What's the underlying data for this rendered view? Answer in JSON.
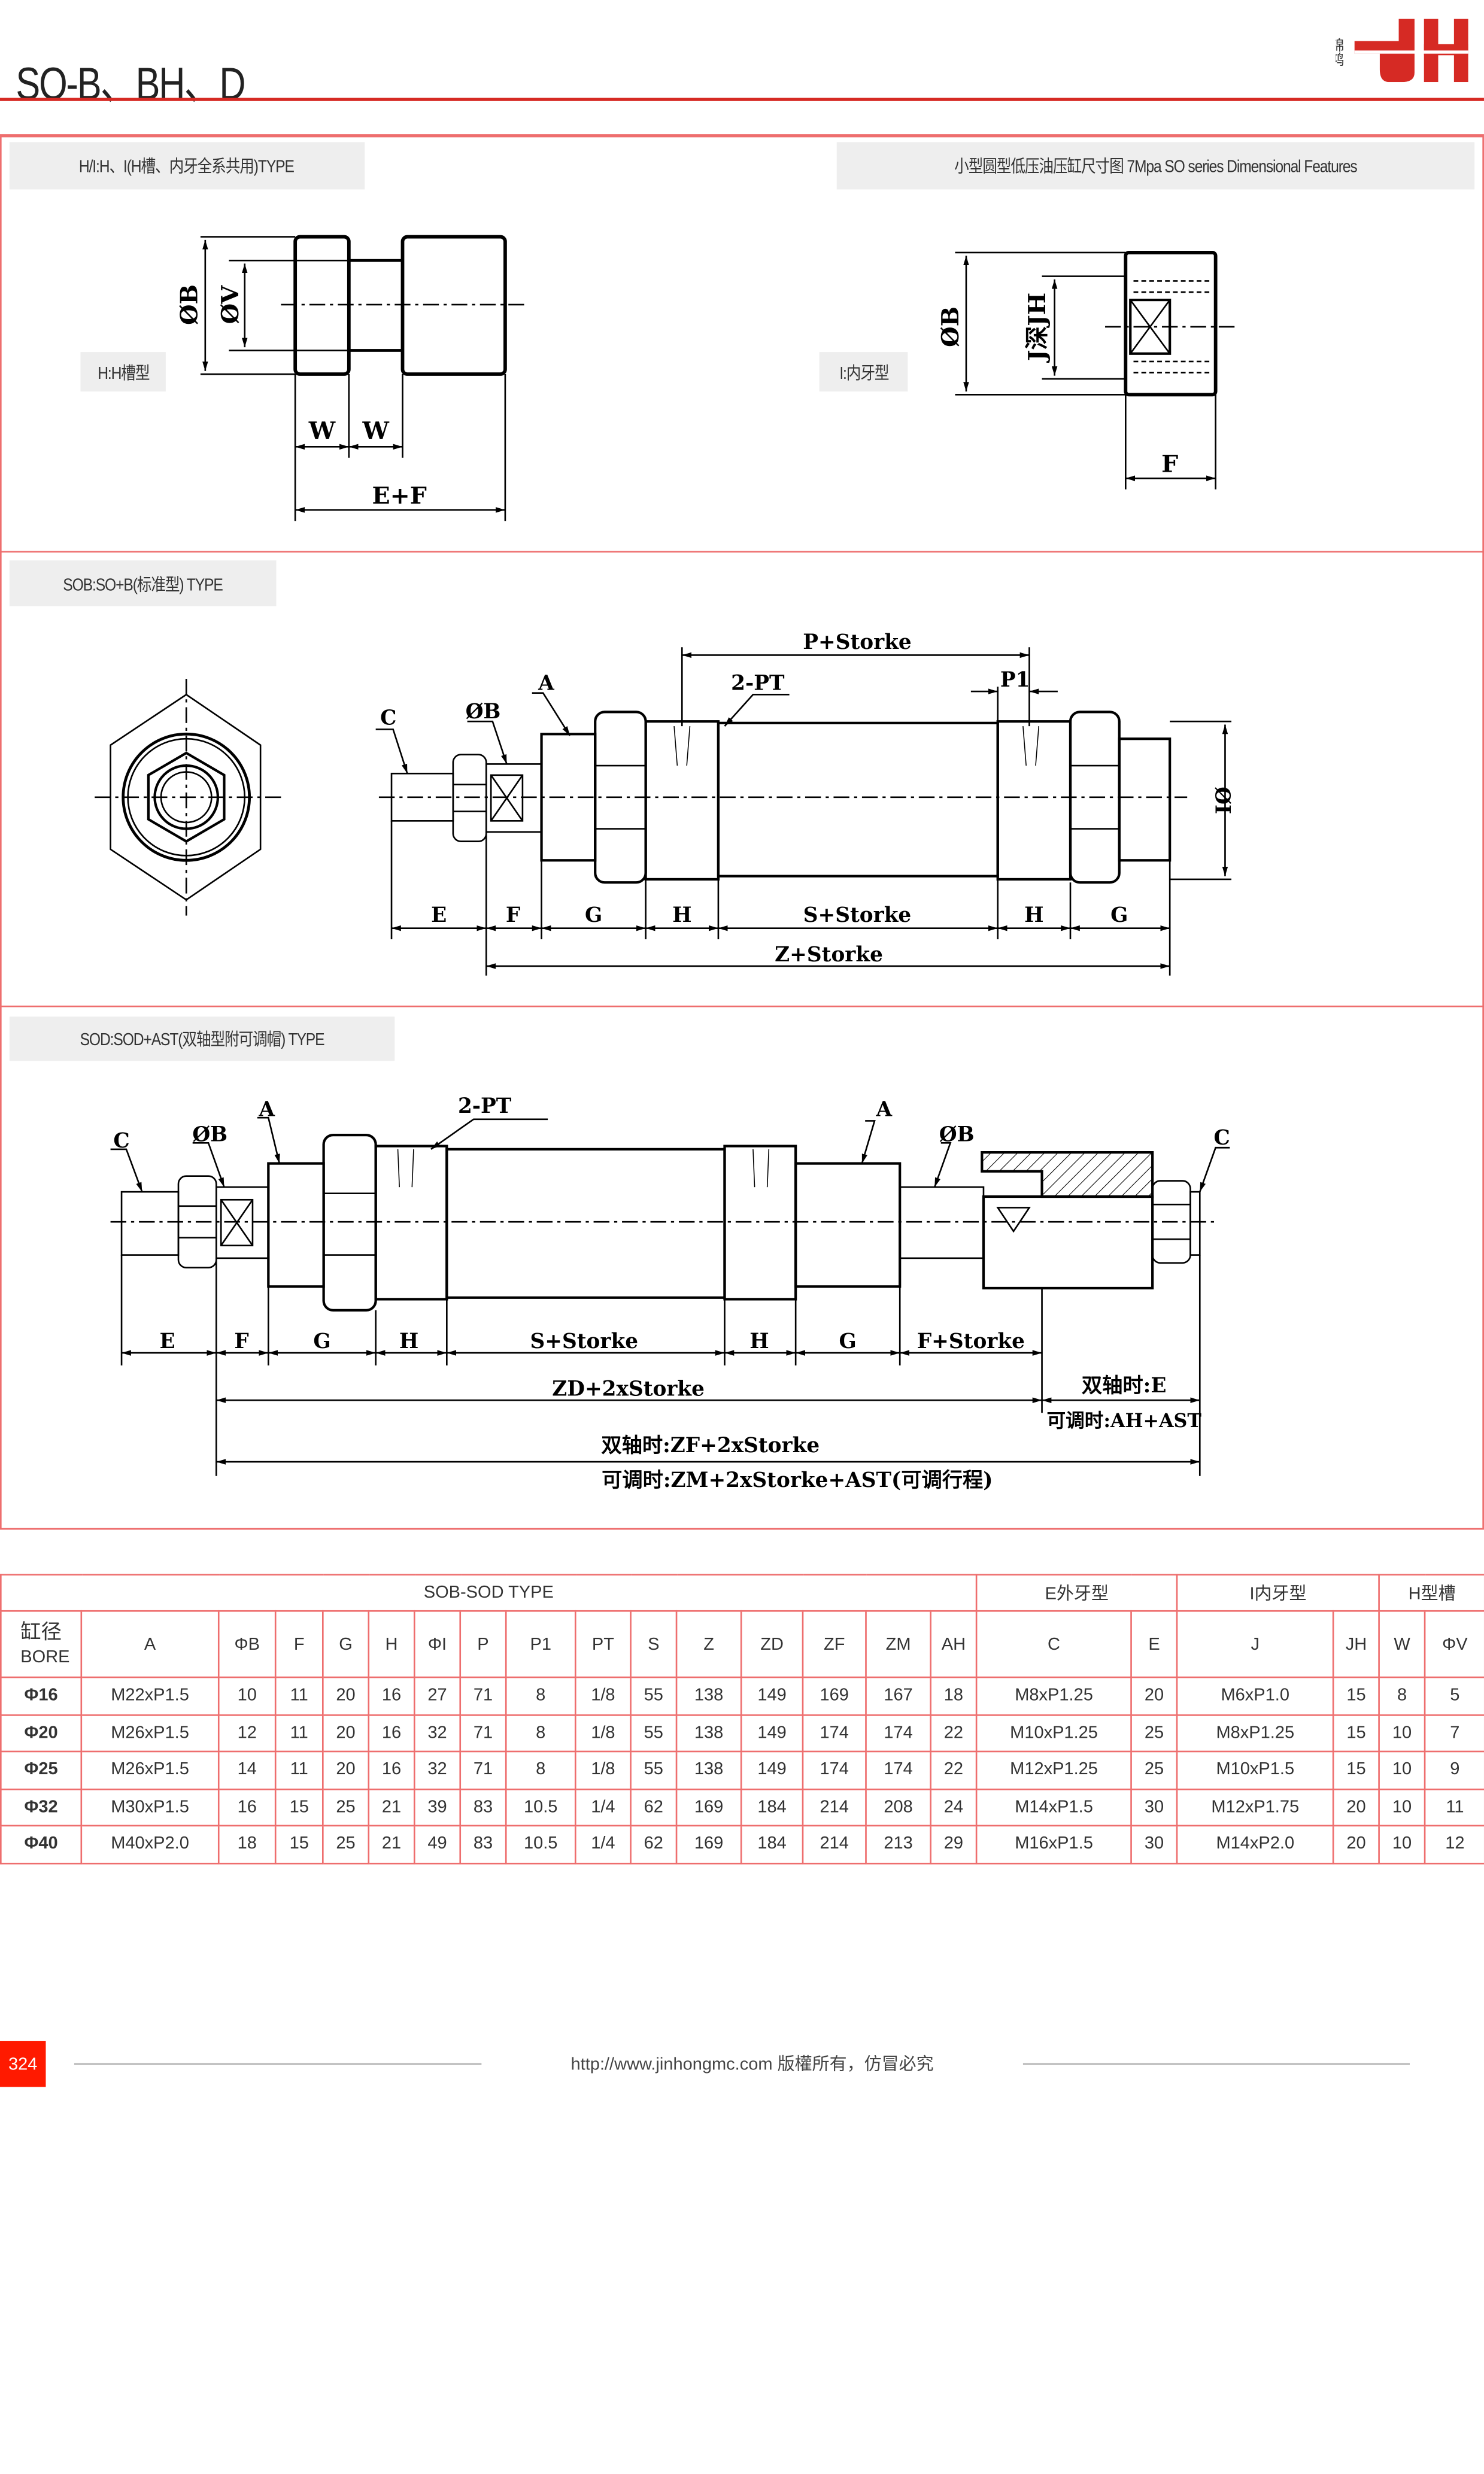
{
  "header": {
    "title": "SO-B、BH、D",
    "logo_text": "锦鸿 JH",
    "accent": "#d62a24"
  },
  "section1": {
    "tag_left": "H/I:H、I(H槽、内牙全系共用)TYPE",
    "tag_right": "小型圆型低压油压缸尺寸图 7Mpa SO series Dimensional Features",
    "label_h": "H:H槽型",
    "label_i": "I:内牙型",
    "h_dims": {
      "b": "ØB",
      "v": "ØV",
      "w1": "W",
      "w2": "W",
      "ef": "E+F"
    },
    "i_dims": {
      "b": "ØB",
      "jh": "J深JH",
      "f": "F"
    }
  },
  "section2": {
    "tag": "SOB:SO+B(标准型) TYPE",
    "dims": {
      "c": "C",
      "b": "ØB",
      "a": "A",
      "pt": "2-PT",
      "p": "P+Storke",
      "p1": "P1",
      "i": "ØI",
      "e": "E",
      "f": "F",
      "g1": "G",
      "h1": "H",
      "s": "S+Storke",
      "h2": "H",
      "g2": "G",
      "z": "Z+Storke"
    }
  },
  "section3": {
    "tag": "SOD:SOD+AST(双轴型附可调帽) TYPE",
    "dims": {
      "c1": "C",
      "b1": "ØB",
      "a1": "A",
      "pt": "2-PT",
      "a2": "A",
      "b2": "ØB",
      "c2": "C",
      "e": "E",
      "f": "F",
      "g1": "G",
      "h1": "H",
      "s": "S+Storke",
      "h2": "H",
      "g2": "G",
      "fs": "F+Storke",
      "zd": "ZD+2xStorke",
      "dual_e": "双轴时:E",
      "adj_ah": "可调时:AH+AST",
      "zf": "双轴时:ZF+2xStorke",
      "zm": "可调时:ZM+2xStorke+AST(可调行程)"
    }
  },
  "table": {
    "group_headers": [
      "SOB-SOD TYPE",
      "E外牙型",
      "I内牙型",
      "H型槽"
    ],
    "bore_label": "缸径",
    "bore_sub": "BORE",
    "columns": [
      "A",
      "ΦB",
      "F",
      "G",
      "H",
      "ΦI",
      "P",
      "P1",
      "PT",
      "S",
      "Z",
      "ZD",
      "ZF",
      "ZM",
      "AH",
      "C",
      "E",
      "J",
      "JH",
      "W",
      "ΦV"
    ],
    "rows": [
      [
        "Φ16",
        "M22xP1.5",
        "10",
        "11",
        "20",
        "16",
        "27",
        "71",
        "8",
        "1/8",
        "55",
        "138",
        "149",
        "169",
        "167",
        "18",
        "M8xP1.25",
        "20",
        "M6xP1.0",
        "15",
        "8",
        "5"
      ],
      [
        "Φ20",
        "M26xP1.5",
        "12",
        "11",
        "20",
        "16",
        "32",
        "71",
        "8",
        "1/8",
        "55",
        "138",
        "149",
        "174",
        "174",
        "22",
        "M10xP1.25",
        "25",
        "M8xP1.25",
        "15",
        "10",
        "7"
      ],
      [
        "Φ25",
        "M26xP1.5",
        "14",
        "11",
        "20",
        "16",
        "32",
        "71",
        "8",
        "1/8",
        "55",
        "138",
        "149",
        "174",
        "174",
        "22",
        "M12xP1.25",
        "25",
        "M10xP1.5",
        "15",
        "10",
        "9"
      ],
      [
        "Φ32",
        "M30xP1.5",
        "16",
        "15",
        "25",
        "21",
        "39",
        "83",
        "10.5",
        "1/4",
        "62",
        "169",
        "184",
        "214",
        "208",
        "24",
        "M14xP1.5",
        "30",
        "M12xP1.75",
        "20",
        "10",
        "11"
      ],
      [
        "Φ40",
        "M40xP2.0",
        "18",
        "15",
        "25",
        "21",
        "49",
        "83",
        "10.5",
        "1/4",
        "62",
        "169",
        "184",
        "214",
        "213",
        "29",
        "M16xP1.5",
        "30",
        "M14xP2.0",
        "20",
        "10",
        "12"
      ]
    ]
  },
  "footer": {
    "page": "324",
    "text": "http://www.jinhongmc.com 版權所有，仿冒必究"
  }
}
